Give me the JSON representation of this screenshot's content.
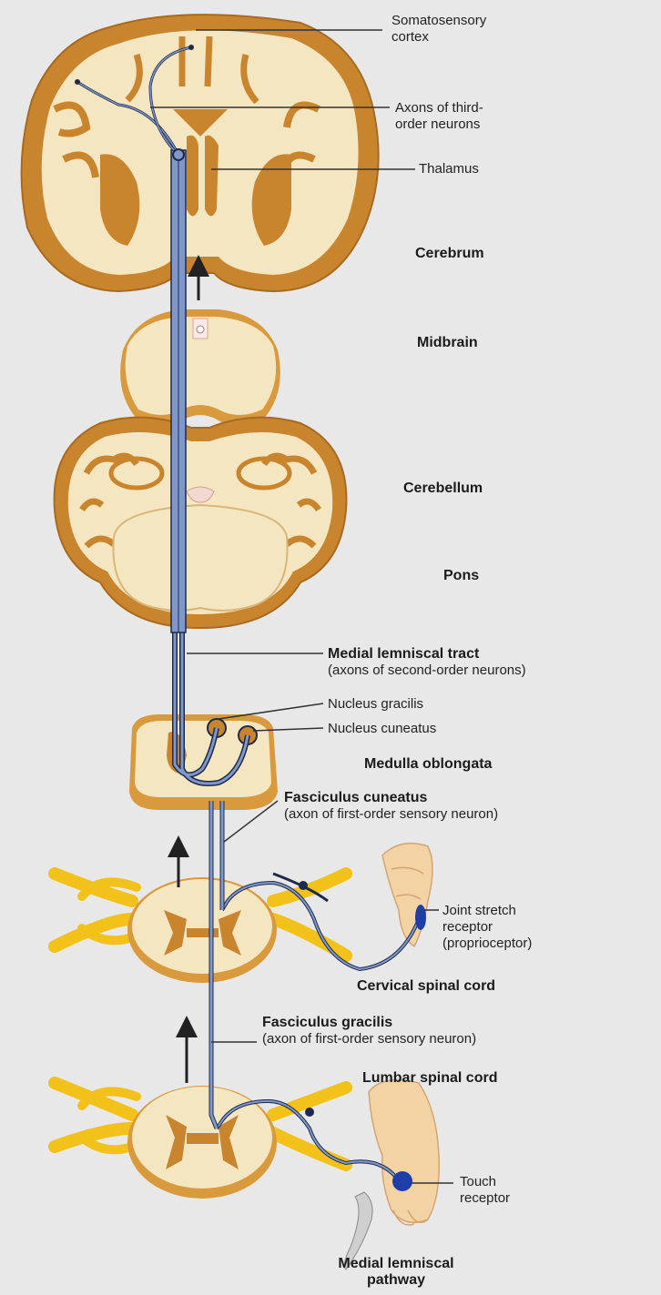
{
  "labels": {
    "somatosensory_cortex": [
      "Somatosensory",
      "cortex"
    ],
    "axons_third_order": [
      "Axons of third-",
      "order neurons"
    ],
    "thalamus": "Thalamus",
    "cerebrum": "Cerebrum",
    "midbrain": "Midbrain",
    "cerebellum": "Cerebellum",
    "pons": "Pons",
    "medial_lemniscal_tract": "Medial lemniscal tract",
    "medial_lemniscal_tract_sub": "(axons of second-order neurons)",
    "nucleus_gracilis": "Nucleus gracilis",
    "nucleus_cuneatus": "Nucleus cuneatus",
    "medulla_oblongata": "Medulla oblongata",
    "fasciculus_cuneatus": "Fasciculus cuneatus",
    "fasciculus_cuneatus_sub": "(axon of first-order sensory neuron)",
    "joint_stretch_receptor": [
      "Joint stretch",
      "receptor",
      "(proprioceptor)"
    ],
    "cervical_spinal_cord": "Cervical spinal cord",
    "fasciculus_gracilis": "Fasciculus gracilis",
    "fasciculus_gracilis_sub": "(axon of first-order sensory neuron)",
    "lumbar_spinal_cord": "Lumbar spinal cord",
    "touch_receptor": [
      "Touch",
      "receptor"
    ],
    "medial_lemniscal_pathway": [
      "Medial lemniscal",
      "pathway"
    ]
  },
  "colors": {
    "background": "#e8e8e8",
    "tissue_light": "#f4e6c0",
    "gray_matter": "#c8852e",
    "white_matter_edge": "#d99a3e",
    "nerve_yellow": "#f2c21b",
    "neuron_pathway": "#7f98c9",
    "neuron_outline": "#1e2a4a",
    "receptor_blue": "#1f3ea8",
    "skin": "#f3d2a3"
  }
}
